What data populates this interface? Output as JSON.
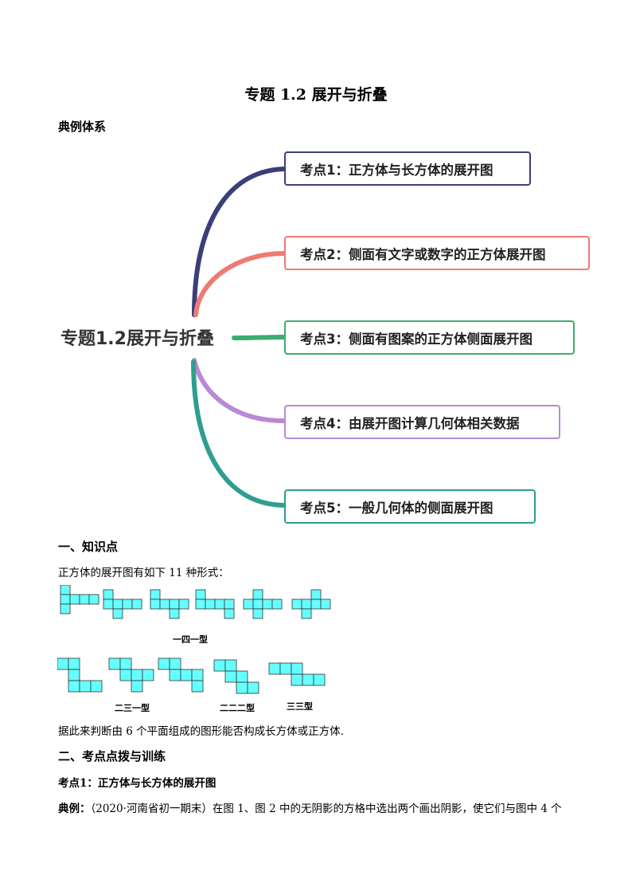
{
  "doc": {
    "title": "专题 1.2 展开与折叠",
    "section_label": "典例体系"
  },
  "mindmap": {
    "center": "专题1.2展开与折叠",
    "branches": [
      {
        "label": "考点1：正方体与长方体的展开图",
        "color": "#3b3f78"
      },
      {
        "label": "考点2：侧面有文字或数字的正方体展开图",
        "color": "#ee7b73"
      },
      {
        "label": "考点3：侧面有图案的正方体侧面展开图",
        "color": "#3dac72"
      },
      {
        "label": "考点4：由展开图计算几何体相关数据",
        "color": "#b98ad4"
      },
      {
        "label": "考点5：一般几何体的侧面展开图",
        "color": "#2e9e90"
      }
    ]
  },
  "knowledge": {
    "heading": "一、知识点",
    "intro": "正方体的展开图有如下 11 种形式：",
    "net_color": "#66ffff",
    "group_labels": [
      "一四一型",
      "二三一型",
      "二二二型",
      "三三型"
    ],
    "conclusion": "据此来判断由 6 个平面组成的图形能否构成长方体或正方体."
  },
  "training": {
    "heading": "二、考点点拨与训练",
    "kaodian": "考点1：正方体与长方体的展开图",
    "example_label": "典例：",
    "example_text": "（2020·河南省初一期末）在图 1、图 2 中的无阴影的方格中选出两个画出阴影，使它们与图中 4 个"
  }
}
